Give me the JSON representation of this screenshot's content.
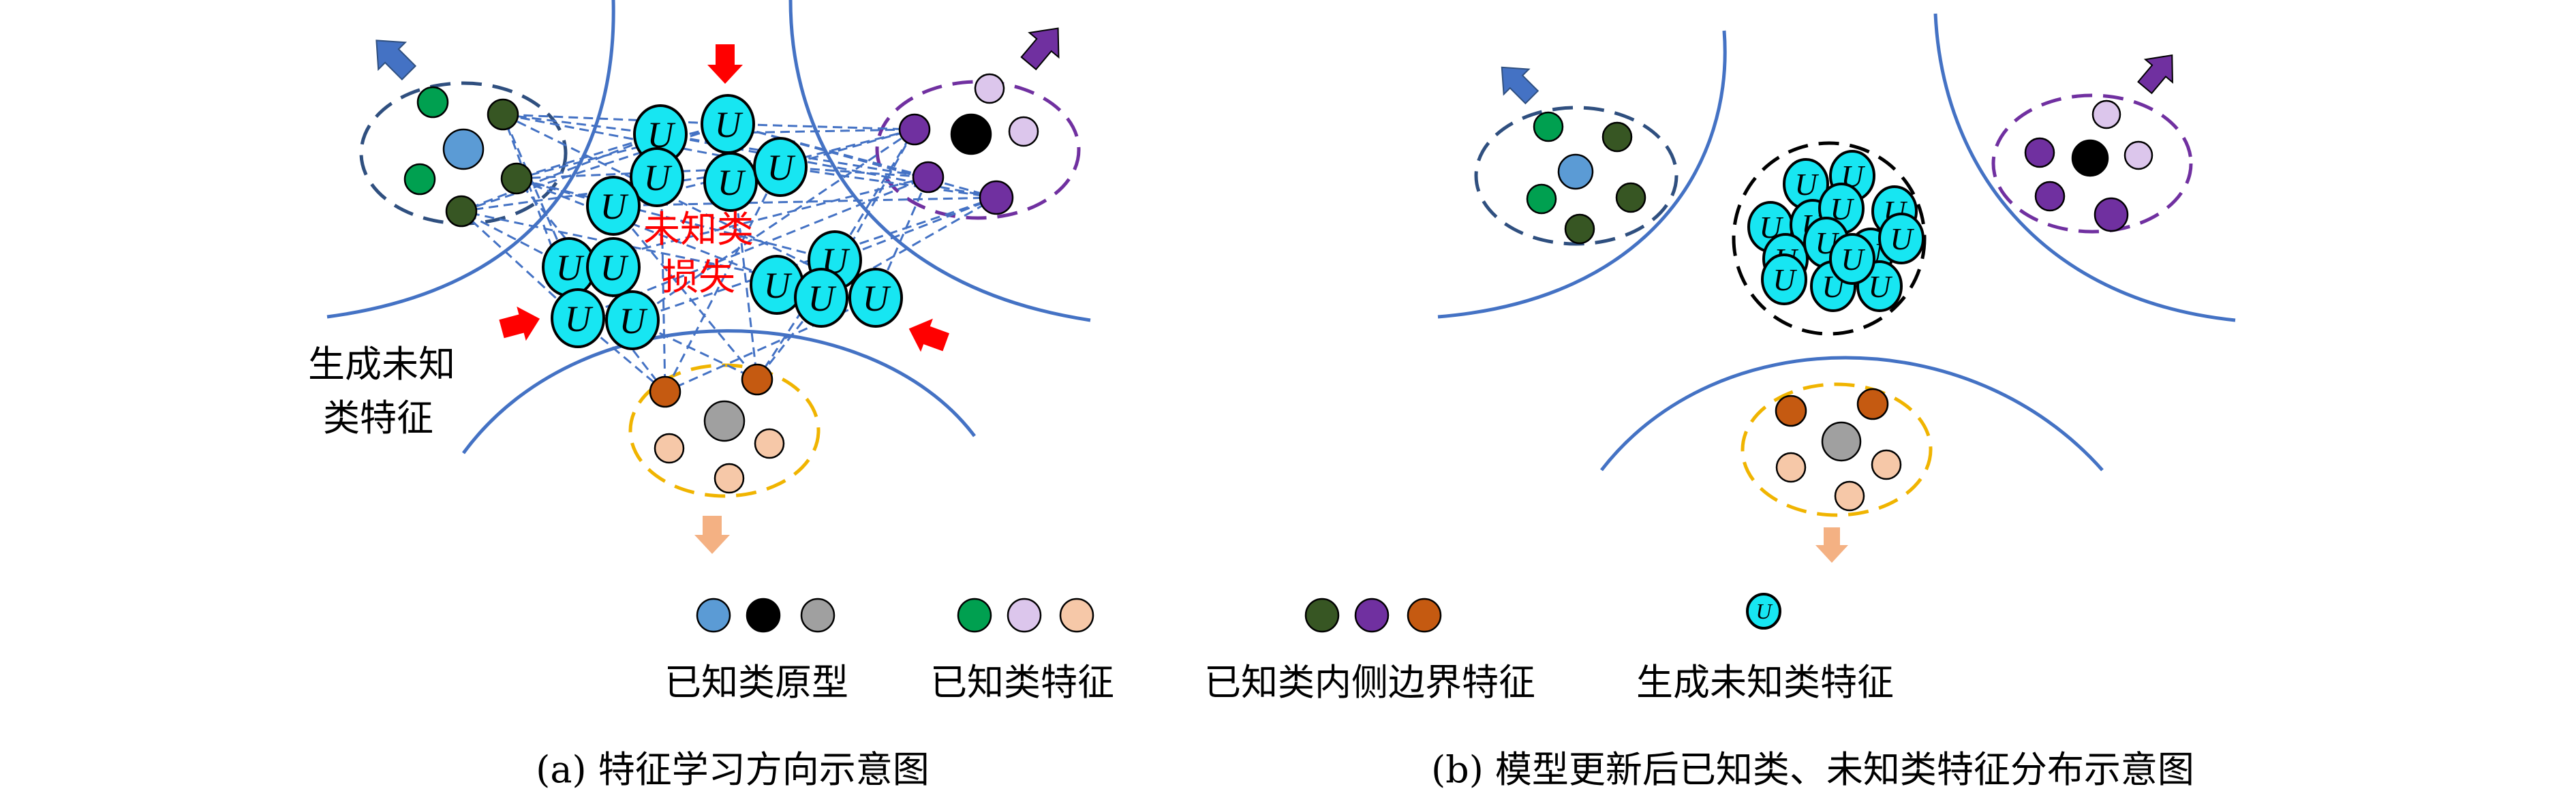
{
  "colors": {
    "line_blue": "#4472c4",
    "dash_navy": "#2f4f7f",
    "dash_purple": "#7030a0",
    "dash_gold": "#f0b400",
    "dash_black": "#000000",
    "prototype_blue": "#5b9bd5",
    "prototype_black": "#000000",
    "prototype_gray": "#a0a0a0",
    "feature_green": "#00a050",
    "feature_lavender": "#dcc6ec",
    "feature_peach": "#f6c8a8",
    "boundary_darkgreen": "#375623",
    "boundary_purple": "#7030a0",
    "boundary_brown": "#c55a11",
    "unknown_cyan": "#17e6f2",
    "arrow_red": "#ff0000",
    "arrow_blue": "#4472c4",
    "arrow_purple": "#7030a0",
    "arrow_peach": "#f4b183"
  },
  "unknown_symbol": "U",
  "panel_a": {
    "center_label": [
      "未知类",
      "损失"
    ],
    "side_label": [
      "生成未知",
      "类特征"
    ]
  },
  "legend": {
    "prototype": "已知类原型",
    "known_feature": "已知类特征",
    "inner_boundary": "已知类内侧边界特征",
    "generated_unknown": "生成未知类特征"
  },
  "captions": {
    "a": "(a) 特征学习方向示意图",
    "b": "(b) 模型更新后已知类、未知类特征分布示意图"
  }
}
